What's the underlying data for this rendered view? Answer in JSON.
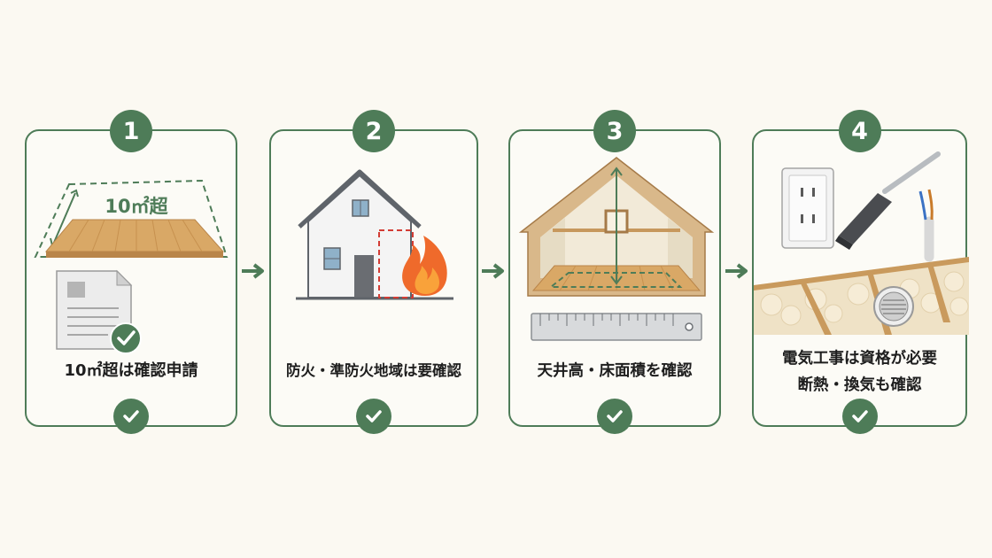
{
  "colors": {
    "accent": "#4e7c58",
    "background": "#fbf9f2",
    "wood": "#d9a866",
    "fire": "#ef6a2b",
    "dashed_red": "#d33c34"
  },
  "steps": [
    {
      "number": "1",
      "icons": [
        "floor-board-icon",
        "document-icon",
        "check-icon"
      ],
      "area_label": "10㎡超",
      "caption_lines": [
        "10㎡超は確認申請"
      ]
    },
    {
      "number": "2",
      "icons": [
        "house-icon",
        "fire-icon"
      ],
      "caption_lines": [
        "防火・準防火地域は要確認"
      ]
    },
    {
      "number": "3",
      "icons": [
        "attic-room-icon",
        "ruler-icon"
      ],
      "caption_lines": [
        "天井高・床面積を確認"
      ]
    },
    {
      "number": "4",
      "icons": [
        "power-outlet-icon",
        "screwdriver-icon",
        "cable-icon",
        "insulation-icon",
        "vent-icon"
      ],
      "caption_lines": [
        "電気工事は資格が必要",
        "断熱・換気も確認"
      ]
    }
  ]
}
